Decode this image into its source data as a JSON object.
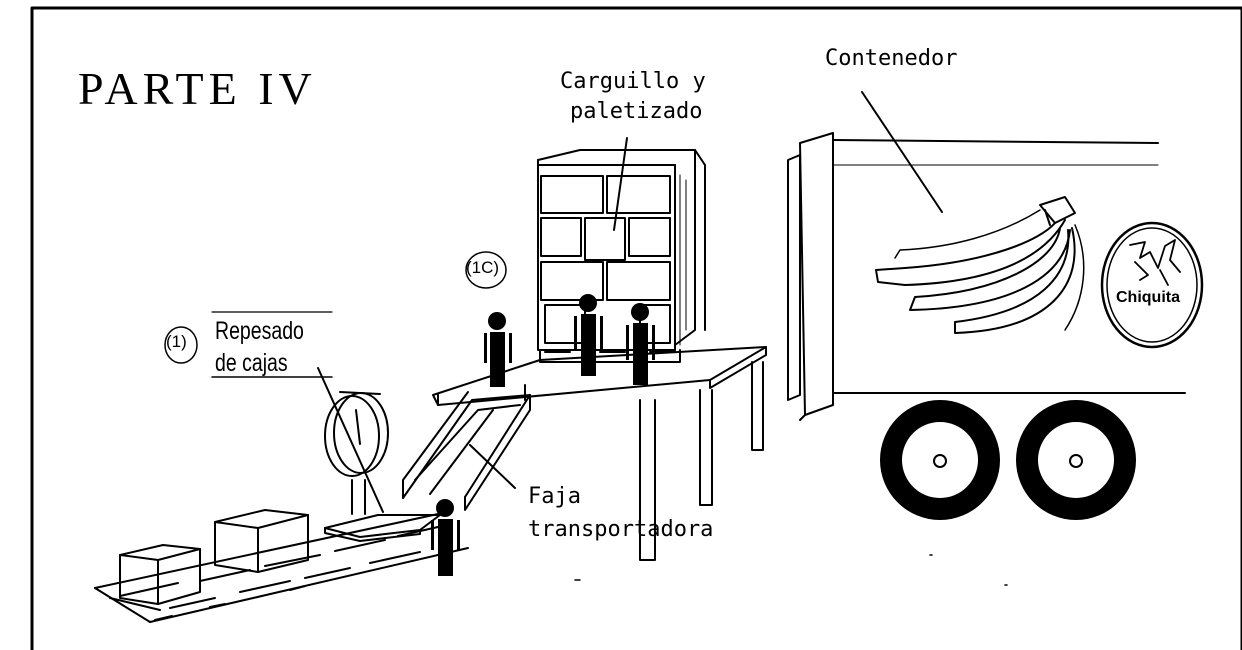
{
  "title": "PARTE IV",
  "labels": {
    "carguillo_line1": "Carguillo y",
    "carguillo_line2": "paletizado",
    "contenedor": "Contenedor",
    "repesado_line1": "Repesado",
    "repesado_line2": "de cajas",
    "faja_line1": "Faja",
    "faja_line2": "transportadora",
    "brand": "Chiquita"
  },
  "step_markers": {
    "repesado": "(1)",
    "carguillo": "(1C)"
  },
  "colors": {
    "ink": "#000000",
    "paper": "#ffffff"
  }
}
